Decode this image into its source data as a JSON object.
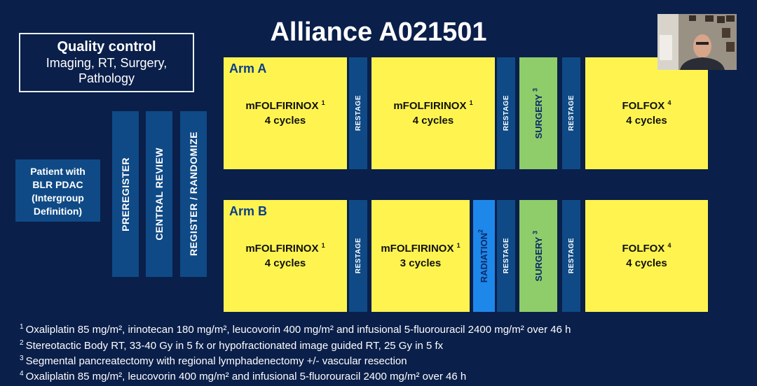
{
  "title": "Alliance A021501",
  "quality_control": {
    "heading": "Quality control",
    "line1": "Imaging, RT, Surgery,",
    "line2": "Pathology"
  },
  "patient": {
    "line1": "Patient with",
    "line2": "BLR PDAC",
    "line3": "(Intergroup",
    "line4": "Definition)"
  },
  "steps": {
    "preregister": "PREREGISTER",
    "central_review": "CENTRAL REVIEW",
    "register": "REGISTER / RANDOMIZE"
  },
  "restage": "RESTAGE",
  "surgery": "SURGERY",
  "radiation": "RADIATION",
  "arm_a": {
    "label": "Arm A",
    "box1": {
      "drug": "mFOLFIRINOX",
      "sup": "1",
      "cycles": "4 cycles"
    },
    "box2": {
      "drug": "mFOLFIRINOX",
      "sup": "1",
      "cycles": "4 cycles"
    },
    "surgery_sup": "3",
    "box3": {
      "drug": "FOLFOX",
      "sup": "4",
      "cycles": "4 cycles"
    }
  },
  "arm_b": {
    "label": "Arm B",
    "box1": {
      "drug": "mFOLFIRINOX",
      "sup": "1",
      "cycles": "4 cycles"
    },
    "box2": {
      "drug": "mFOLFIRINOX",
      "sup": "1",
      "cycles": "3 cycles"
    },
    "radiation_sup": "2",
    "surgery_sup": "3",
    "box3": {
      "drug": "FOLFOX",
      "sup": "4",
      "cycles": "4 cycles"
    }
  },
  "footnotes": [
    {
      "num": "1",
      "text": "Oxaliplatin 85 mg/m², irinotecan 180 mg/m², leucovorin 400 mg/m² and infusional 5-fluorouracil 2400 mg/m² over 46 h"
    },
    {
      "num": "2",
      "text": "Stereotactic Body RT, 33-40 Gy in 5 fx or hypofractionated image guided RT, 25 Gy in 5 fx"
    },
    {
      "num": "3",
      "text": "Segmental pancreatectomy with regional lymphadenectomy +/- vascular resection"
    },
    {
      "num": "4",
      "text": "Oxaliplatin 85 mg/m², leucovorin 400 mg/m² and infusional 5-fluorouracil 2400 mg/m² over 46 h"
    }
  ]
}
